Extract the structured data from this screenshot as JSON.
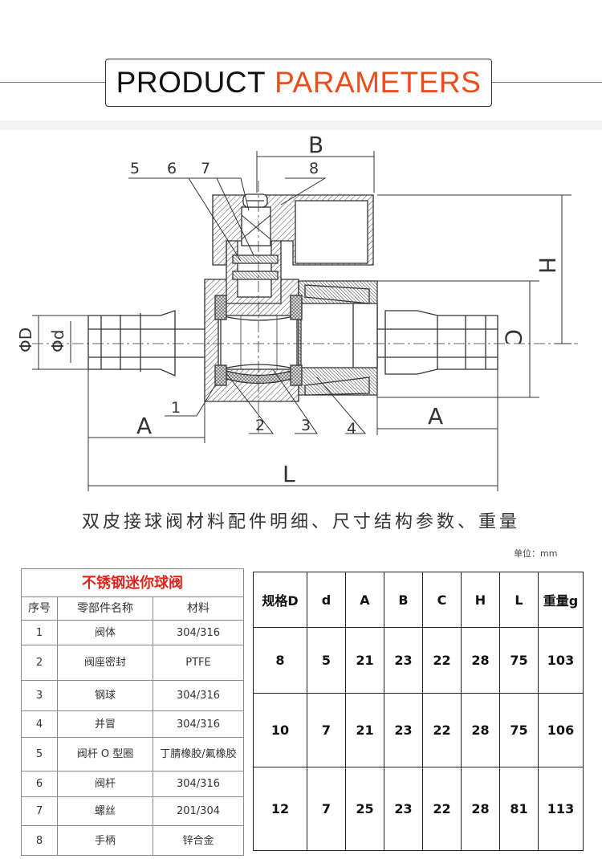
{
  "header": {
    "word1": "PRODUCT",
    "word2": "PARAMETERS",
    "accent_color": "#ee4d1a"
  },
  "drawing": {
    "part_numbers": [
      "5",
      "6",
      "7",
      "8",
      "1",
      "2",
      "3",
      "4"
    ],
    "dimension_labels": {
      "B": "B",
      "H": "H",
      "C": "C",
      "A_left": "A",
      "A_right": "A",
      "L": "L",
      "D": "ΦD",
      "d": "Φd"
    }
  },
  "subtitle": "双皮接球阀材料配件明细、尺寸结构参数、重量",
  "unit_label": "单位：mm",
  "parts_table": {
    "title": "不锈钢迷你球阀",
    "headers": [
      "序号",
      "零部件名称",
      "材料"
    ],
    "rows": [
      [
        "1",
        "阀体",
        "304/316"
      ],
      [
        "2",
        "阀座密封",
        "PTFE"
      ],
      [
        "3",
        "钢球",
        "304/316"
      ],
      [
        "4",
        "并冒",
        "304/316"
      ],
      [
        "5",
        "阀杆 O 型圈",
        "丁腈橡胶/氟橡胶"
      ],
      [
        "6",
        "阀杆",
        "304/316"
      ],
      [
        "7",
        "螺丝",
        "201/304"
      ],
      [
        "8",
        "手柄",
        "锌合金"
      ]
    ]
  },
  "spec_table": {
    "headers": [
      "规格D",
      "d",
      "A",
      "B",
      "C",
      "H",
      "L",
      "重量g"
    ],
    "rows": [
      [
        "8",
        "5",
        "21",
        "23",
        "22",
        "28",
        "75",
        "103"
      ],
      [
        "10",
        "7",
        "21",
        "23",
        "22",
        "28",
        "75",
        "106"
      ],
      [
        "12",
        "7",
        "25",
        "23",
        "22",
        "28",
        "81",
        "113"
      ]
    ]
  }
}
